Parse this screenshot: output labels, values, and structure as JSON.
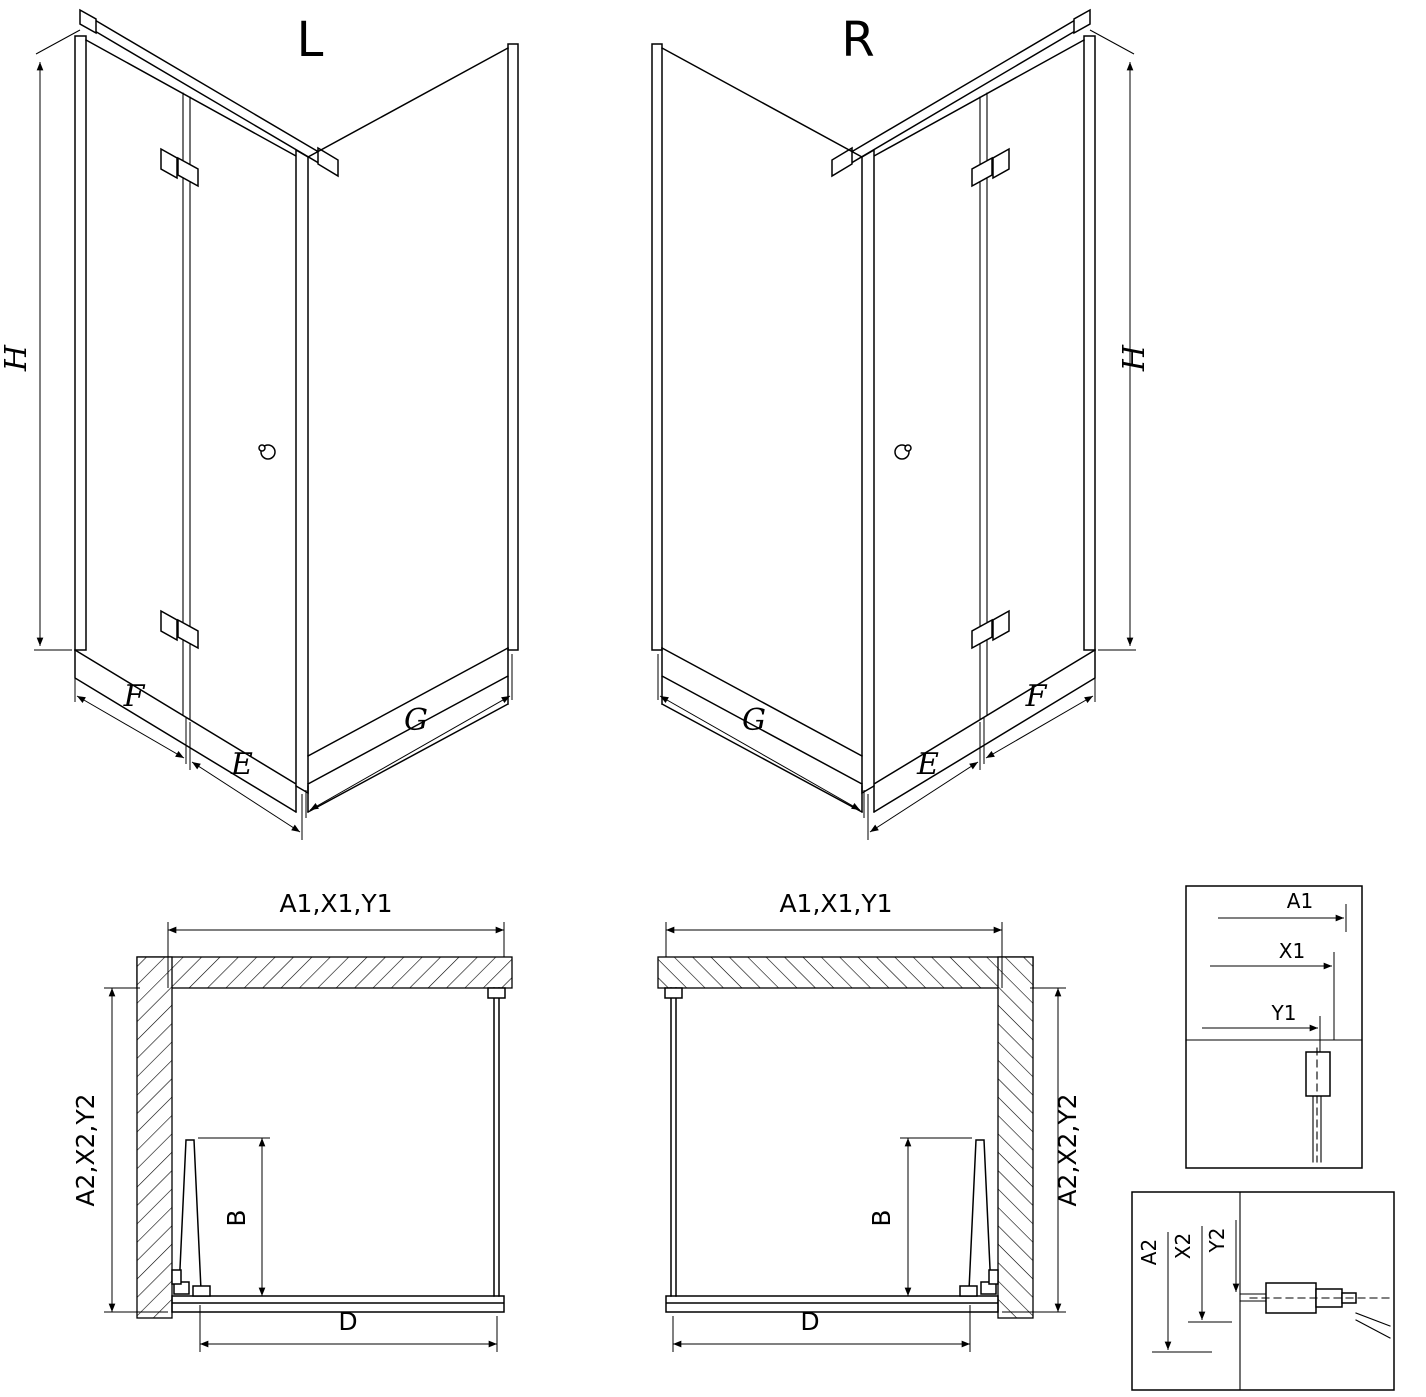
{
  "drawing": {
    "background": "#ffffff",
    "line_color": "#000000"
  },
  "perspective": {
    "left_variant": "L",
    "right_variant": "R",
    "height_label": "H",
    "segment_f": "F",
    "segment_e": "E",
    "segment_g": "G"
  },
  "plan": {
    "top_width_label": "A1,X1,Y1",
    "side_depth_label": "A2,X2,Y2",
    "door_b_label": "B",
    "bottom_width_label": "D"
  },
  "detail_top": {
    "a1": "A1",
    "x1": "X1",
    "y1": "Y1"
  },
  "detail_bottom": {
    "a2": "A2",
    "x2": "X2",
    "y2": "Y2"
  }
}
